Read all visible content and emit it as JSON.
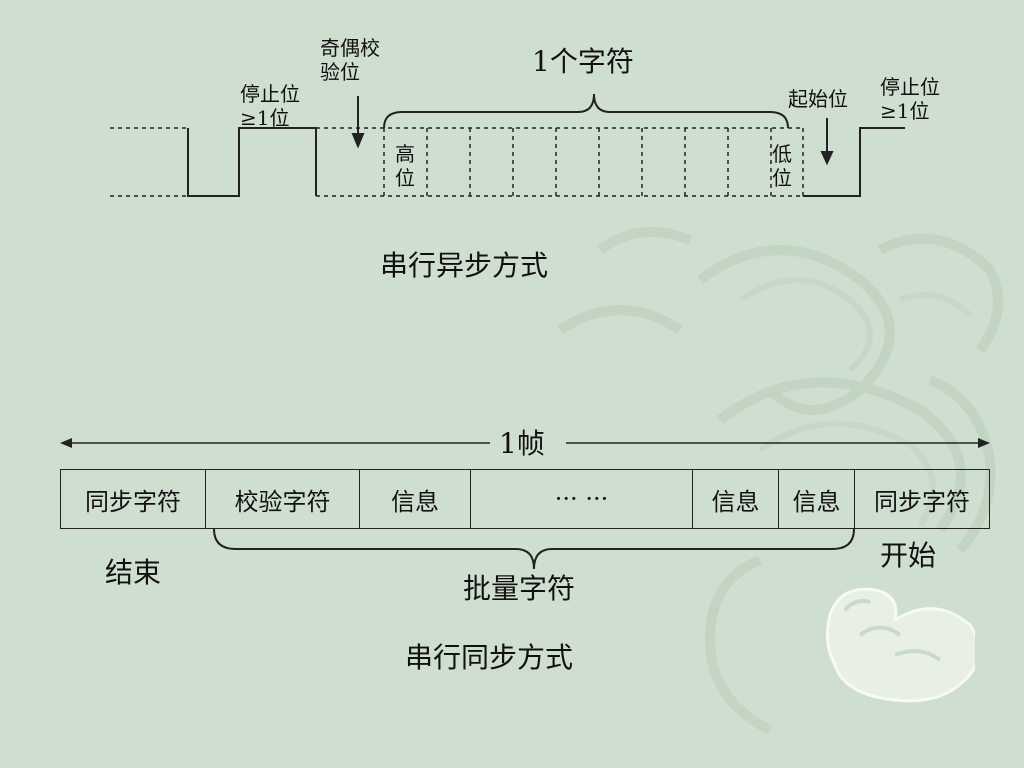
{
  "async": {
    "parity_label": [
      "奇偶校",
      "验位"
    ],
    "char_label": "1个字符",
    "stop_left": [
      "停止位",
      "≥1位"
    ],
    "high_bit": [
      "高",
      "位"
    ],
    "low_bit": [
      "低",
      "位"
    ],
    "start_label": "起始位",
    "stop_right": [
      "停止位",
      "≥1位"
    ],
    "caption": "串行异步方式"
  },
  "sync": {
    "frame_label": "1帧",
    "cells": [
      "同步字符",
      "校验字符",
      "信息",
      "··· ···",
      "信息",
      "信息",
      "同步字符"
    ],
    "end_label": "结束",
    "start_label": "开始",
    "batch_label": "批量字符",
    "caption": "串行同步方式"
  },
  "colors": {
    "background": "#cfdfcf",
    "ink": "#111111",
    "ornament": "#e8f0e4"
  },
  "icons": [
    "dragon-ornament-icon"
  ]
}
